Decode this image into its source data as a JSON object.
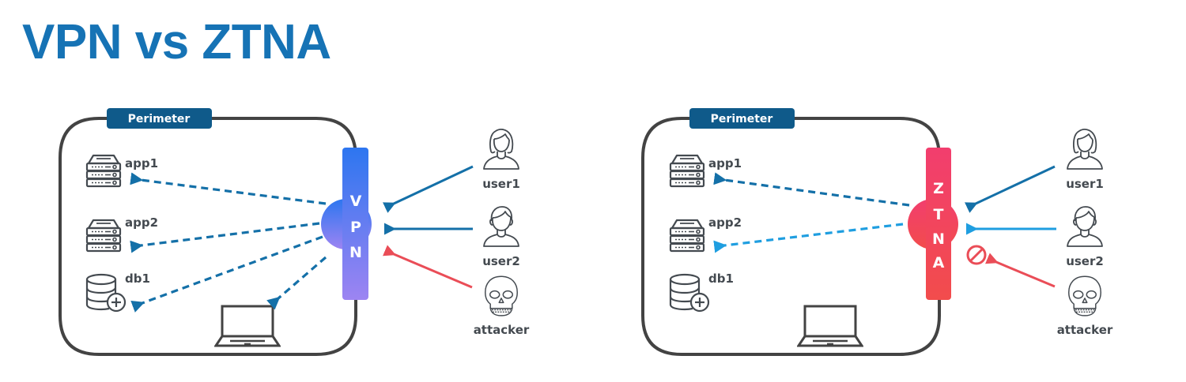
{
  "title": "VPN vs ZTNA",
  "colors": {
    "title": "#1673b5",
    "perimeter_tag": "#0f5a8a",
    "box_stroke": "#434343",
    "icon_stroke": "#444a50",
    "flow_dark_blue": "#1470a8",
    "flow_light_blue": "#1f9ee0",
    "flow_red": "#ea4d57",
    "vpn_gradient_top": "#2d76f0",
    "vpn_gradient_bottom": "#9d84f2",
    "ztna_gradient_top": "#f2436a",
    "ztna_gradient_bottom": "#f24b4f"
  },
  "panels": [
    {
      "id": "vpn",
      "perimeter_label": "Perimeter",
      "gateway_letters": [
        "V",
        "P",
        "N"
      ],
      "resources": [
        {
          "label": "app1",
          "icon": "server-icon",
          "reachable": true
        },
        {
          "label": "app2",
          "icon": "server-icon",
          "reachable": true
        },
        {
          "label": "db1",
          "icon": "database-add-icon",
          "reachable": true
        },
        {
          "label": "",
          "icon": "laptop-icon",
          "reachable": true
        }
      ],
      "actors": [
        {
          "label": "user1",
          "icon": "female-user-icon",
          "flow": "allowed"
        },
        {
          "label": "user2",
          "icon": "male-user-icon",
          "flow": "allowed"
        },
        {
          "label": "attacker",
          "icon": "skull-icon",
          "flow": "allowed"
        }
      ]
    },
    {
      "id": "ztna",
      "perimeter_label": "Perimeter",
      "gateway_letters": [
        "Z",
        "T",
        "N",
        "A"
      ],
      "resources": [
        {
          "label": "app1",
          "icon": "server-icon",
          "reachable": true
        },
        {
          "label": "app2",
          "icon": "server-icon",
          "reachable": true
        },
        {
          "label": "db1",
          "icon": "database-add-icon",
          "reachable": false
        },
        {
          "label": "",
          "icon": "laptop-icon",
          "reachable": false
        }
      ],
      "actors": [
        {
          "label": "user1",
          "icon": "female-user-icon",
          "flow": "allowed"
        },
        {
          "label": "user2",
          "icon": "male-user-icon",
          "flow": "allowed"
        },
        {
          "label": "attacker",
          "icon": "skull-icon",
          "flow": "blocked"
        }
      ]
    }
  ]
}
